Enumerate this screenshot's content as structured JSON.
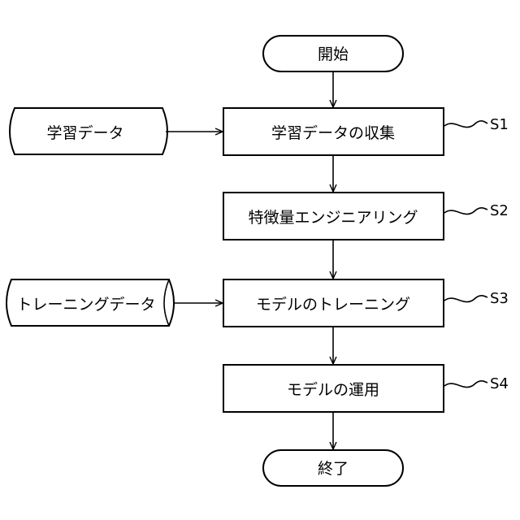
{
  "start": {
    "label": "開始"
  },
  "end": {
    "label": "終了"
  },
  "processes": [
    {
      "label": "学習データの収集",
      "step": "S1"
    },
    {
      "label": "特徴量エンジニアリング",
      "step": "S2"
    },
    {
      "label": "モデルのトレーニング",
      "step": "S3"
    },
    {
      "label": "モデルの運用",
      "step": "S4"
    }
  ],
  "inputs": [
    {
      "label": "学習データ"
    },
    {
      "label": "トレーニングデータ"
    }
  ]
}
